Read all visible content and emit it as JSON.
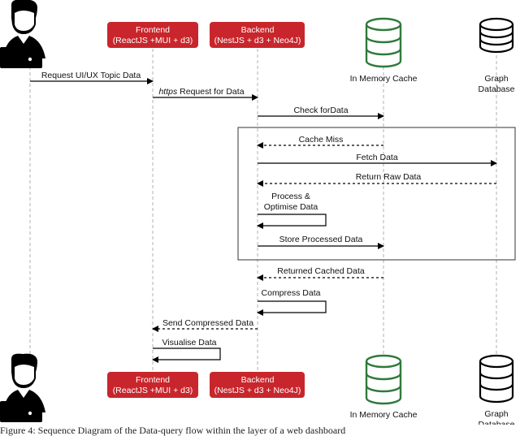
{
  "colors": {
    "box_fill": "#c8262c",
    "cache_green": "#2f7a3a",
    "line": "#000000",
    "lifeline": "#b0b0b0"
  },
  "participants": {
    "frontend": {
      "title": "Frontend",
      "subtitle": "(ReactJS +MUI + d3)"
    },
    "backend": {
      "title": "Backend",
      "subtitle": "(NestJS + d3 + Neo4J)"
    },
    "cache": {
      "label": "In Memory Cache"
    },
    "graph": {
      "line1": "Graph",
      "line2": "Database"
    }
  },
  "messages": {
    "m1": "Request UI/UX Topic Data",
    "m2_em": "https",
    "m2_rest": " Request for Data",
    "m3": "Check forData",
    "m4": "Cache Miss",
    "m5": "Fetch Data",
    "m6": "Return Raw Data",
    "m7_line1": "Process &",
    "m7_line2": "Optimise Data",
    "m8": "Store Processed Data",
    "m9": "Returned Cached Data",
    "m10": "Compress Data",
    "m11": "Send Compressed Data",
    "m12": "Visualise Data"
  },
  "caption": "Figure 4: Sequence Diagram of the Data-query flow within the layer of a web dashboard"
}
